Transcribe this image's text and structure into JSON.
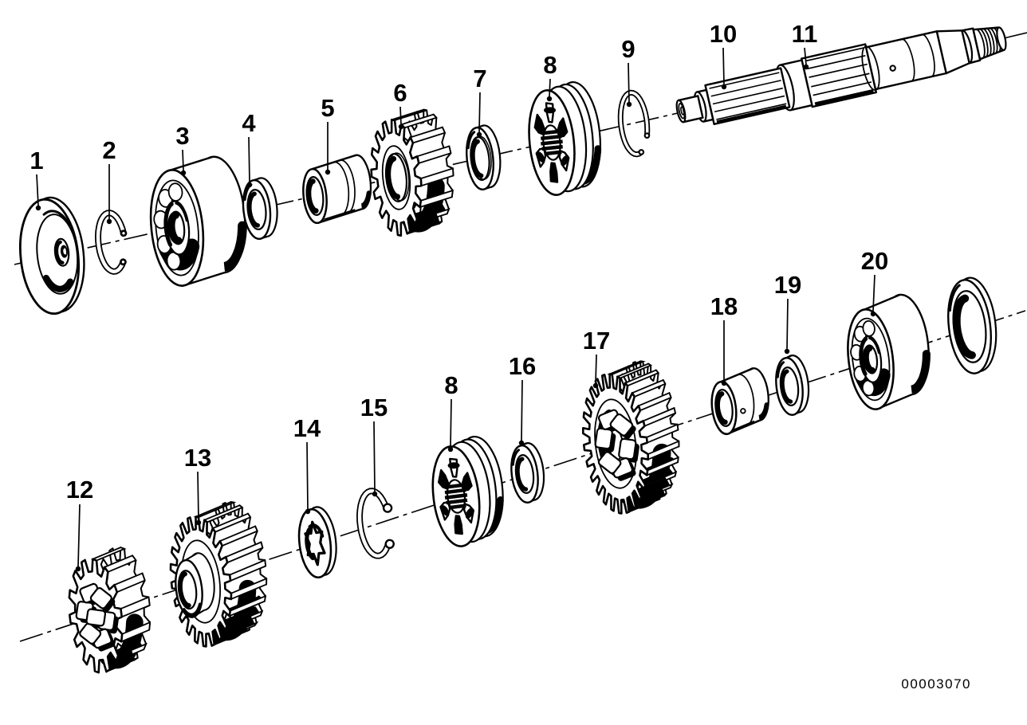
{
  "page": {
    "background": "#ffffff",
    "ink": "#000000",
    "type": "exploded-parts-diagram"
  },
  "footer": {
    "doc_number": "00003070"
  },
  "callouts": [
    {
      "label": "1",
      "part": "thrust-disc"
    },
    {
      "label": "2",
      "part": "circlip"
    },
    {
      "label": "3",
      "part": "ball-bearing"
    },
    {
      "label": "4",
      "part": "washer"
    },
    {
      "label": "5",
      "part": "bushing"
    },
    {
      "label": "6",
      "part": "gear"
    },
    {
      "label": "7",
      "part": "washer"
    },
    {
      "label": "8",
      "part": "dog-clutch"
    },
    {
      "label": "9",
      "part": "circlip"
    },
    {
      "label": "10",
      "part": "shaft-spline"
    },
    {
      "label": "11",
      "part": "output-shaft"
    },
    {
      "label": "12",
      "part": "gear-with-dogs"
    },
    {
      "label": "13",
      "part": "gear"
    },
    {
      "label": "14",
      "part": "star-lock-washer"
    },
    {
      "label": "15",
      "part": "circlip"
    },
    {
      "label": "8",
      "part": "dog-clutch"
    },
    {
      "label": "16",
      "part": "washer"
    },
    {
      "label": "17",
      "part": "gear-with-dogs"
    },
    {
      "label": "18",
      "part": "bearing-bush"
    },
    {
      "label": "19",
      "part": "washer"
    },
    {
      "label": "20",
      "part": "ball-bearing"
    }
  ]
}
